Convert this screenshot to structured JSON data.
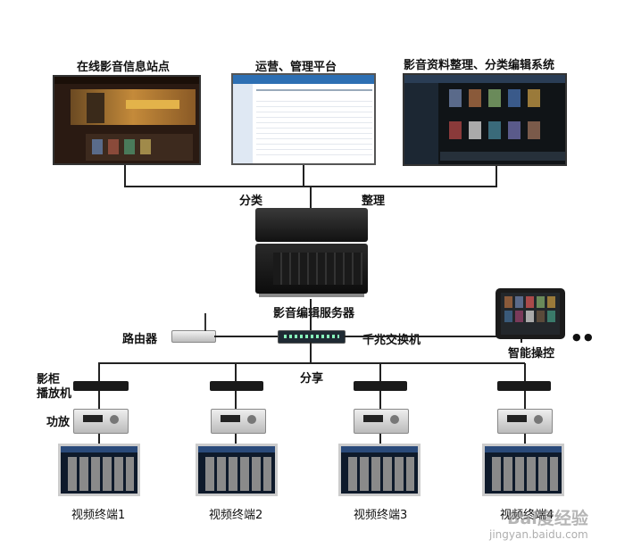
{
  "top_sites": {
    "online_site_title": "在线影音信息站点",
    "admin_platform_title": "运营、管理平台",
    "catalog_system_title": "影音资料整理、分类编辑系统"
  },
  "bus_labels": {
    "classify": "分类",
    "organize": "整理"
  },
  "server_label": "影音编辑服务器",
  "router_label": "路由器",
  "switch_label": "千兆交换机",
  "smart_control_label": "智能操控",
  "share_label": "分享",
  "player_label": "影柜\n播放机",
  "amp_label": "功放",
  "terminals": [
    {
      "label": "视频终端1"
    },
    {
      "label": "视频终端2"
    },
    {
      "label": "视频终端3"
    },
    {
      "label": "视频终端4"
    }
  ],
  "watermark": {
    "brand": "Bai度经验",
    "url": "jingyan.baidu.com"
  },
  "colors": {
    "line": "#222222",
    "device": "#1c1c1c",
    "screen_dark": "#0e1a2b",
    "amp": "#d9d9d9"
  }
}
